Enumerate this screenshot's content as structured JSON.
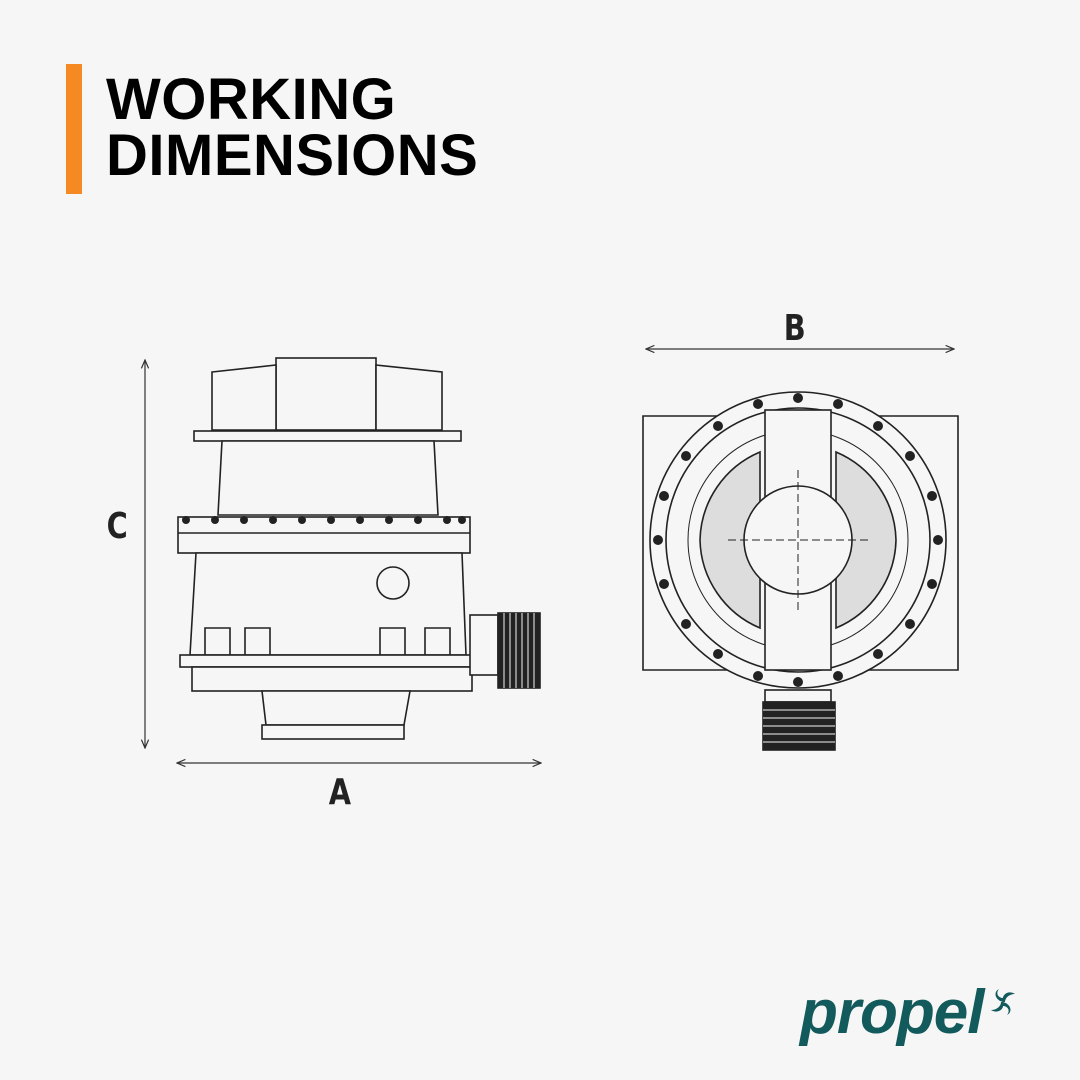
{
  "header": {
    "title_line1": "WORKING",
    "title_line2": "DIMENSIONS",
    "accent_color": "#f58a23"
  },
  "dimensions": {
    "a_label": "A",
    "b_label": "B",
    "c_label": "C"
  },
  "logo": {
    "text": "propel",
    "color": "#135a5c",
    "icon": "swirl-icon"
  }
}
